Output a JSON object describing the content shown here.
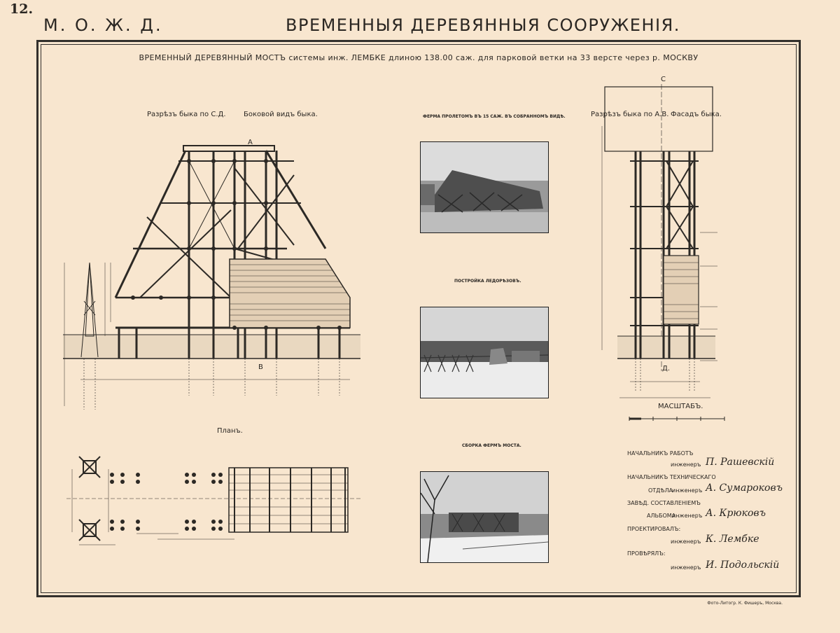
{
  "sheet": {
    "number": "12.",
    "road": "М. О. Ж. Д.",
    "title": "ВРЕМЕННЫЯ ДЕРЕВЯННЫЯ СООРУЖЕНІЯ."
  },
  "subtitle": "ВРЕМЕННЫЙ ДЕРЕВЯННЫЙ МОСТЪ системы инж. ЛЕМБКЕ длиною 138.00 саж. для парковой ветки на 33 версте через р. МОСКВУ",
  "left_drawing": {
    "section_label": "Разрѣзъ быка по С.Д.",
    "side_label": "Боковой видъ быка.",
    "mark_a": "А",
    "mark_b": "В",
    "plan_label": "Планъ."
  },
  "photos": {
    "top_caption": "ФЕРМА ПРОЛЕТОМЪ ВЪ 15 САЖ. ВЪ СОБРАННОМЪ ВИДѢ.",
    "middle_caption": "ПОСТРОЙКА ЛЕДОРѢЗОВЪ.",
    "bottom_caption": "СБОРКА ФЕРМЪ МОСТА."
  },
  "right_drawing": {
    "section_label": "Разрѣзъ быка по А.В.",
    "facade_label": "Фасадъ быка.",
    "mark_c": "С",
    "mark_d": "Д.",
    "scale_label": "МАСШТАБЪ."
  },
  "credits": {
    "row1_role": "НАЧАЛЬНИКЪ РАБОТЪ",
    "row1_prefix": "инженеръ",
    "row1_name": "П. Рашевскій",
    "row2_role": "НАЧАЛЬНИКЪ ТЕХНИЧЕСКАГО",
    "row2_sub": "ОТДѢЛА",
    "row2_prefix": "инженеръ",
    "row2_name": "А. Сумароковъ",
    "row3_role": "ЗАВѢД. СОСТАВЛЕНІЕМЪ",
    "row3_sub": "АЛЬБОМА",
    "row3_prefix": "инженеръ",
    "row3_name": "А. Крюковъ",
    "row4_role": "ПРОЕКТИРОВАЛЪ:",
    "row4_prefix": "инженеръ",
    "row4_name": "К. Лембке",
    "row5_role": "ПРОВѢРЯЛЪ:",
    "row5_prefix": "инженеръ",
    "row5_name": "И. Подольскій"
  },
  "footer": "Фото-Литогр. К. Фишеръ, Москва."
}
